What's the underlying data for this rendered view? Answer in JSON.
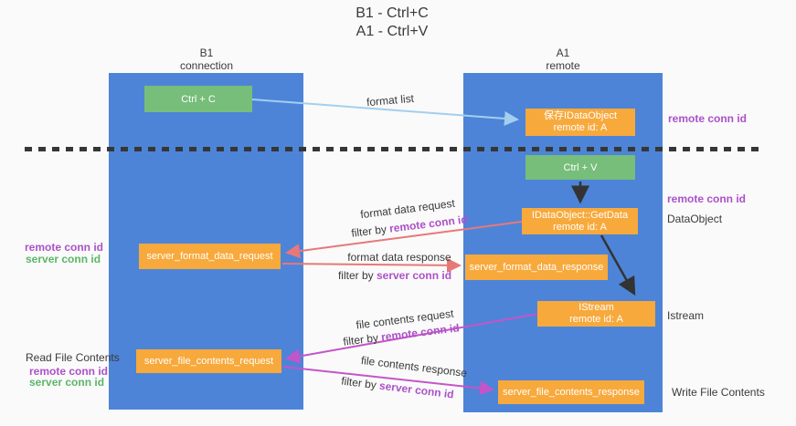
{
  "title": {
    "line1": "B1 - Ctrl+C",
    "line2": "A1 - Ctrl+V"
  },
  "lanes": {
    "left": {
      "name": "B1",
      "role": "connection"
    },
    "right": {
      "name": "A1",
      "role": "remote"
    }
  },
  "nodes": {
    "ctrl_c": "Ctrl + C",
    "ctrl_v": "Ctrl + V",
    "save_idataobject": {
      "line1": "保存IDataObject",
      "line2": "remote id: A"
    },
    "getdata": {
      "line1": "IDataObject::GetData",
      "line2": "remote id: A"
    },
    "istream": {
      "line1": "IStream",
      "line2": "remote id: A"
    },
    "format_request": "server_format_data_request",
    "format_response": "server_format_data_response",
    "file_request": "server_file_contents_request",
    "file_response": "server_file_contents_response"
  },
  "side_labels": {
    "remote_conn_id_top": "remote conn id",
    "remote_conn_id_mid": "remote conn id",
    "dataobject": "DataObject",
    "istream": "Istream",
    "write_file_contents": "Write File Contents",
    "left_remote_conn_id": "remote conn id",
    "left_server_conn_id": "server conn id",
    "read_file_contents": "Read File Contents",
    "read_remote_conn_id": "remote conn id",
    "read_server_conn_id": "server conn id"
  },
  "arrow_labels": {
    "format_list": "format list",
    "format_data_request": "format data request",
    "format_data_request_filter_prefix": "filter by ",
    "format_data_request_filter_key": "remote conn id",
    "format_data_response": "format data response",
    "format_data_response_filter_prefix": "filter by ",
    "format_data_response_filter_key": "server conn id",
    "file_contents_request": "file contents request",
    "file_contents_request_filter_prefix": "filter by ",
    "file_contents_request_filter_key": "remote conn id",
    "file_contents_response": "file contents response",
    "file_contents_response_filter_prefix": "filter by ",
    "file_contents_response_filter_key": "server conn id"
  },
  "colors": {
    "background": "#fafafa",
    "lane_blue": "#4d84d8",
    "node_orange": "#f7a93c",
    "node_green": "#76be7a",
    "arrow_light_blue": "#a3cfee",
    "arrow_red": "#e87878",
    "arrow_magenta": "#c455c8",
    "arrow_black": "#333333",
    "text_purple": "#ac51c8",
    "text_green": "#5cb568",
    "text_dark": "#3a3a3a"
  }
}
